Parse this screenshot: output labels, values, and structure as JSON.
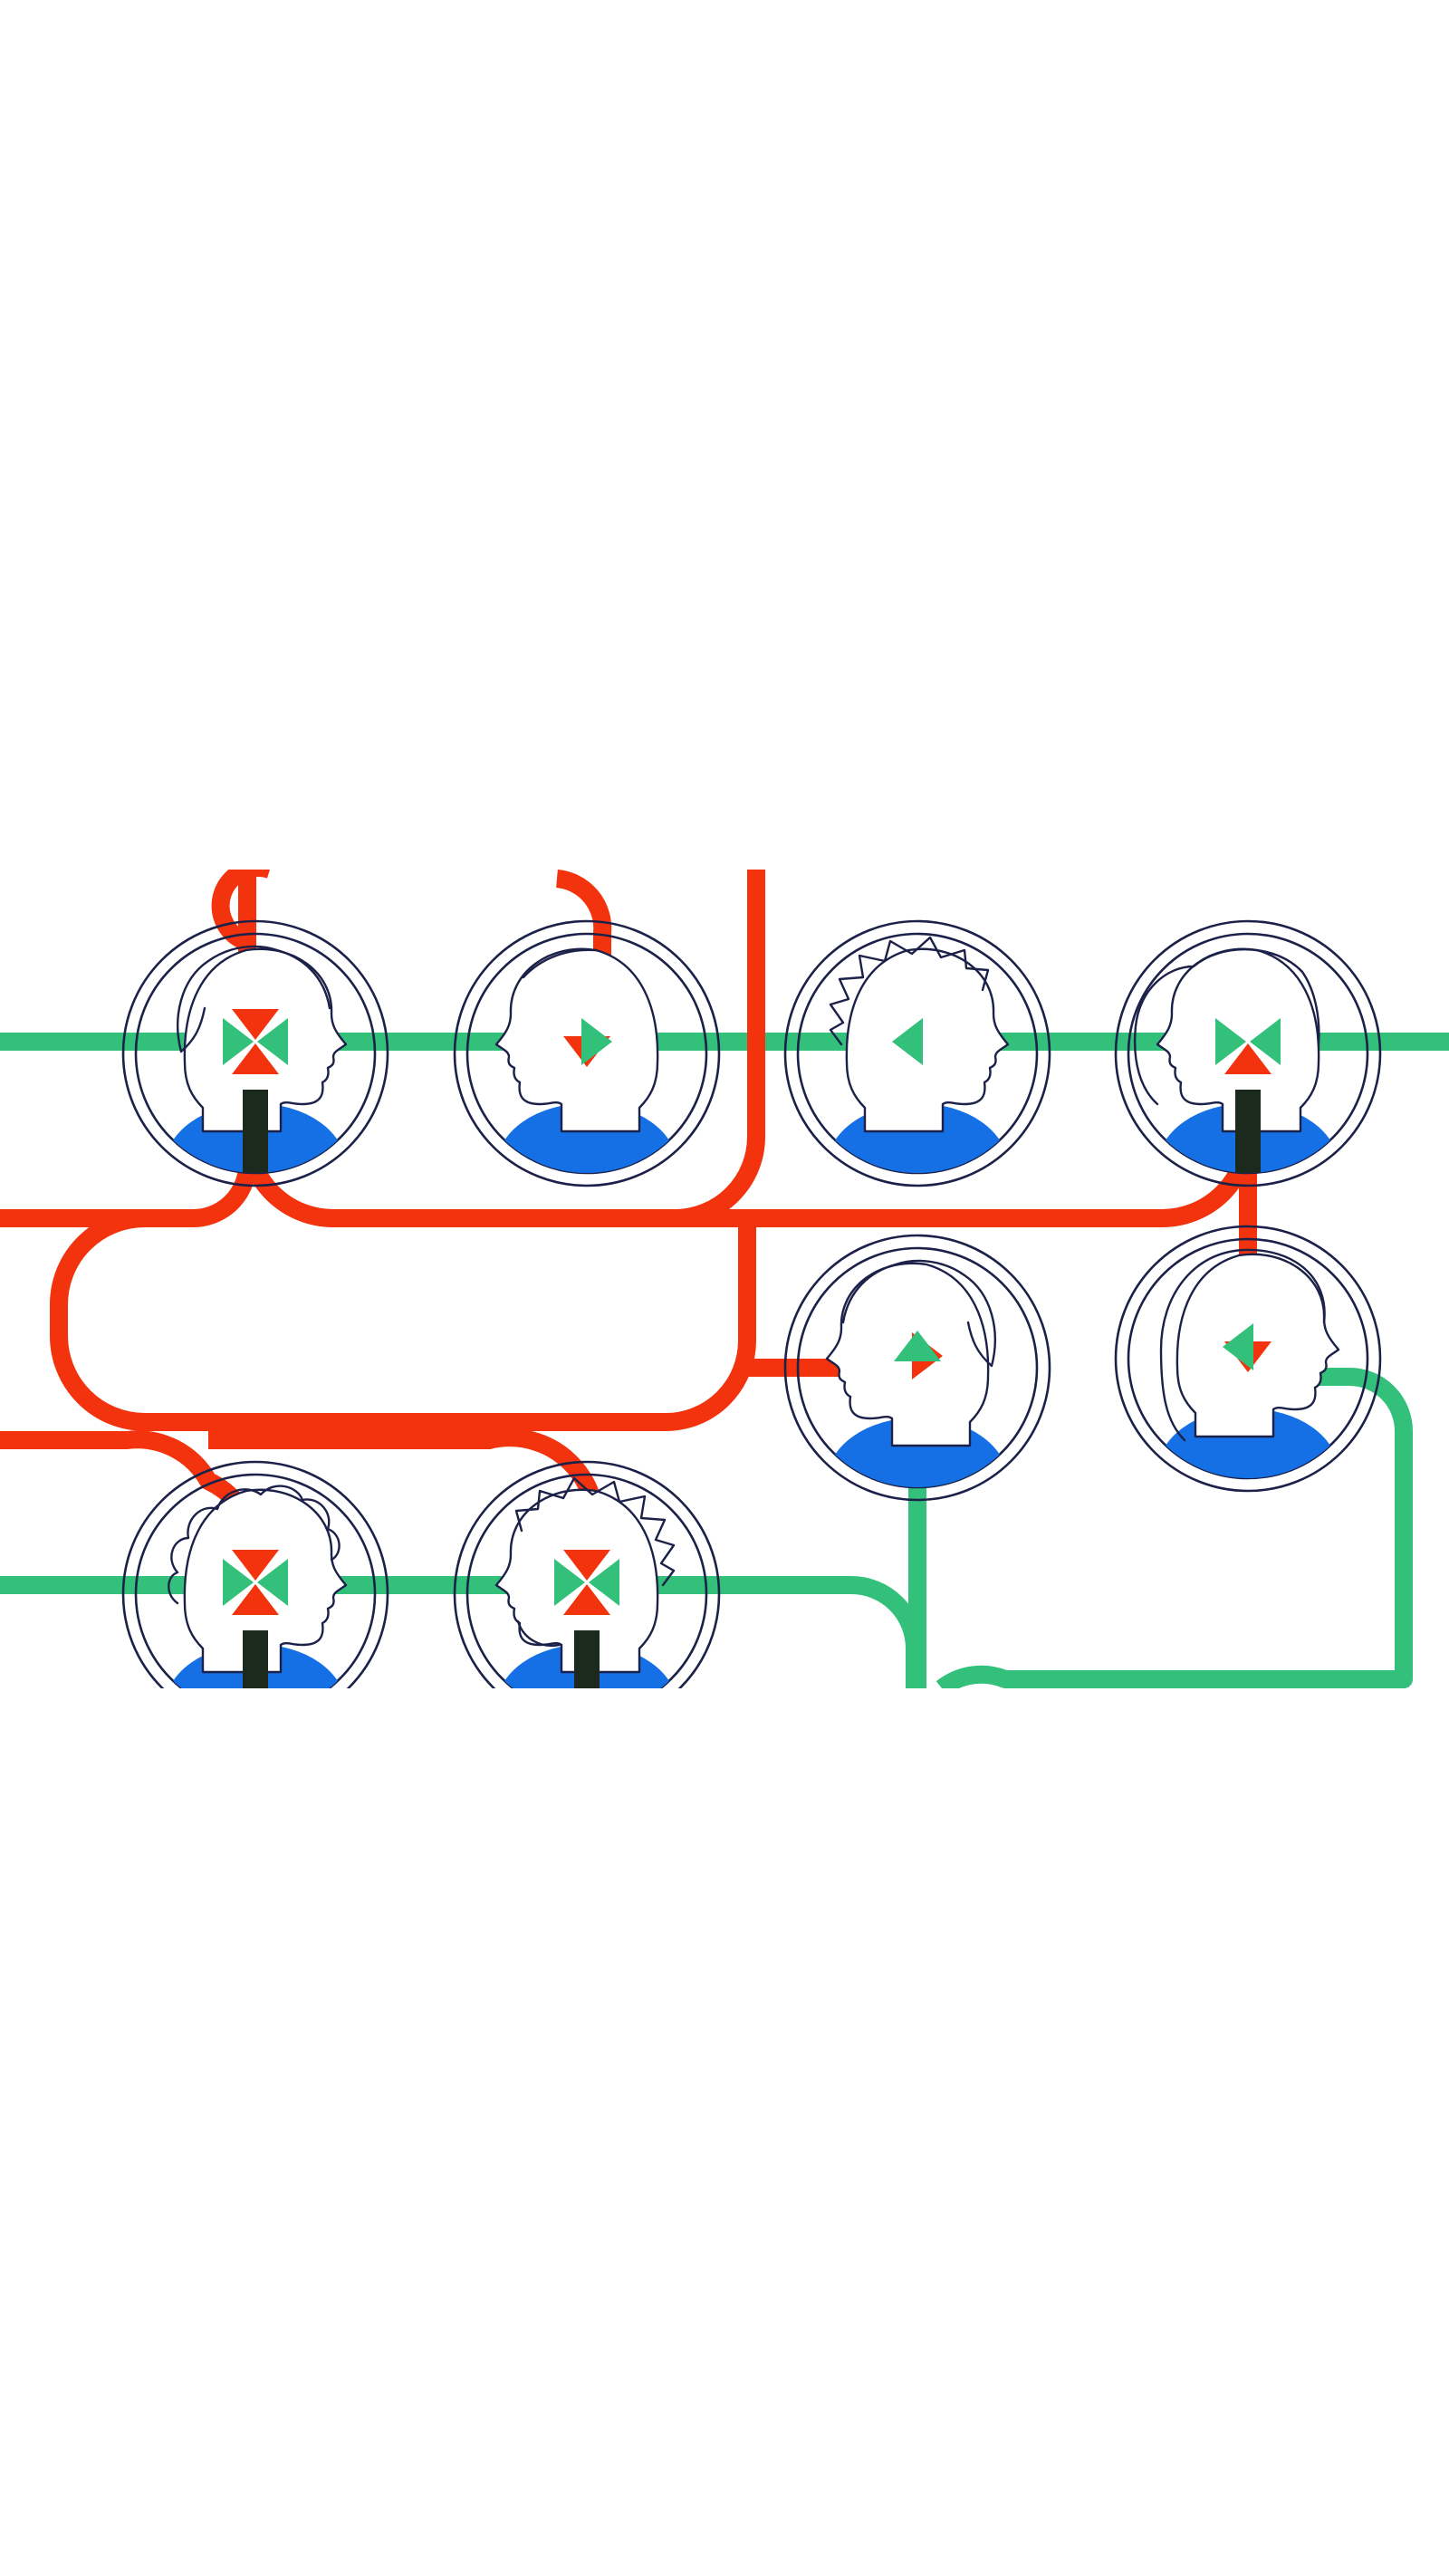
{
  "image": {
    "kind": "flat vector illustration",
    "background_color": "#ffffff"
  },
  "colors": {
    "red_route": "#f2330d",
    "green_route": "#33c07a",
    "shoulders": "#1570e6",
    "outline": "#1b2148",
    "overlap": "#1c2a1e"
  },
  "icons": {
    "profile": "person-profile-icon",
    "arrow": "arrowhead-icon",
    "cross": "cross-icon"
  },
  "portraits": [
    {
      "row": 1,
      "col": 1,
      "facing": "right",
      "hair": "short-wavy",
      "red_arrows": [
        "down",
        "up"
      ],
      "green_arrows": [
        "right",
        "left"
      ],
      "meeting_point": true
    },
    {
      "row": 1,
      "col": 2,
      "facing": "left",
      "hair": "bald",
      "red_arrows": [
        "down"
      ],
      "green_arrows": [
        "right"
      ],
      "meeting_point": false
    },
    {
      "row": 1,
      "col": 3,
      "facing": "right",
      "hair": "spiky",
      "red_arrows": [],
      "green_arrows": [
        "left"
      ],
      "meeting_point": false
    },
    {
      "row": 1,
      "col": 4,
      "facing": "left",
      "hair": "ponytail",
      "red_arrows": [
        "up"
      ],
      "green_arrows": [
        "right",
        "left"
      ],
      "meeting_point": true
    },
    {
      "row": 2,
      "col": 3,
      "facing": "left",
      "hair": "short-wavy",
      "red_arrows": [
        "right"
      ],
      "green_arrows": [
        "up"
      ],
      "meeting_point": false
    },
    {
      "row": 2,
      "col": 4,
      "facing": "right",
      "hair": "long",
      "red_arrows": [
        "down"
      ],
      "green_arrows": [
        "left"
      ],
      "meeting_point": false
    },
    {
      "row": 3,
      "col": 1,
      "facing": "right",
      "hair": "curly",
      "red_arrows": [
        "down",
        "up"
      ],
      "green_arrows": [
        "right",
        "left"
      ],
      "meeting_point": true
    },
    {
      "row": 3,
      "col": 2,
      "facing": "left",
      "hair": "spiky-bearded",
      "red_arrows": [
        "down",
        "up"
      ],
      "green_arrows": [
        "right",
        "left"
      ],
      "meeting_point": true
    }
  ]
}
